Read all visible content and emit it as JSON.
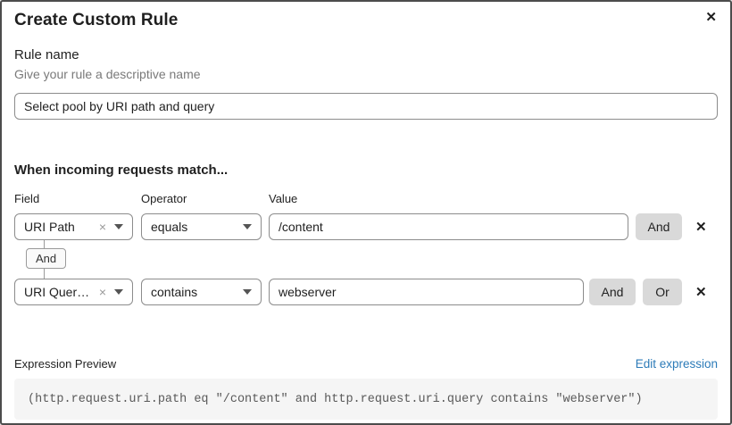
{
  "dialog": {
    "title": "Create Custom Rule"
  },
  "icons": {
    "close": "✕",
    "delete_row": "✕",
    "clear": "×",
    "caret": "dropdown-caret-down"
  },
  "rule_name": {
    "label": "Rule name",
    "helper": "Give your rule a descriptive name",
    "value": "Select pool by URI path and query"
  },
  "matcher": {
    "heading": "When incoming requests match...",
    "columns": {
      "field": "Field",
      "operator": "Operator",
      "value": "Value"
    },
    "rows": [
      {
        "field": "URI Path",
        "operator": "equals",
        "value": "/content",
        "buttons": [
          "And"
        ]
      },
      {
        "field": "URI Query St...",
        "operator": "contains",
        "value": "webserver",
        "buttons": [
          "And",
          "Or"
        ]
      }
    ],
    "connector": "And"
  },
  "expression": {
    "label": "Expression Preview",
    "edit_link": "Edit expression",
    "code": "(http.request.uri.path eq \"/content\" and http.request.uri.query contains \"webserver\")"
  },
  "colors": {
    "link_blue": "#2c7bb8",
    "button_gray": "#d9d9d9",
    "code_background": "#f5f5f5",
    "input_border": "#8c8c8c",
    "helper_text": "#797979",
    "dialog_border": "#4c4c4c"
  }
}
